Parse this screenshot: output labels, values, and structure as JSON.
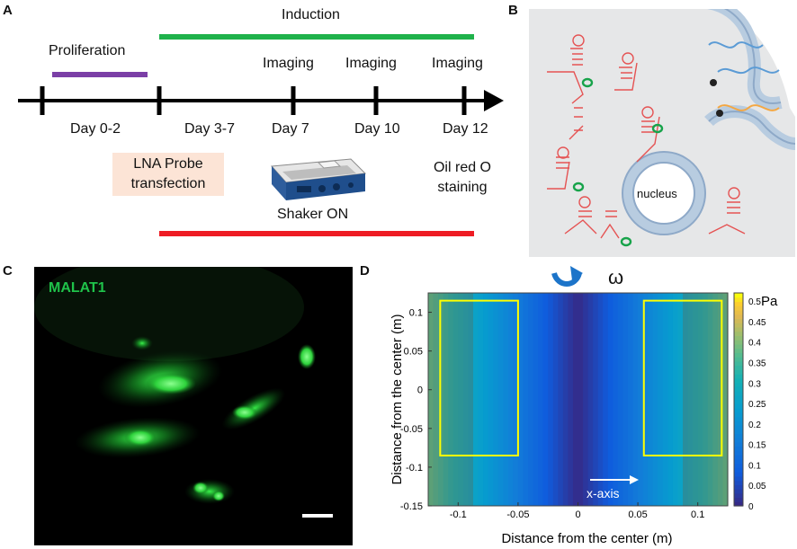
{
  "panel_a": {
    "letter": "A",
    "phase_proliferation": "Proliferation",
    "phase_induction": "Induction",
    "imaging_labels": [
      "Imaging",
      "Imaging",
      "Imaging"
    ],
    "day_labels": [
      "Day 0-2",
      "Day 3-7",
      "Day 7",
      "Day 10",
      "Day 12"
    ],
    "lna_line1": "LNA Probe",
    "lna_line2": "transfection",
    "shaker_label": "Shaker ON",
    "oil_line1": "Oil red O",
    "oil_line2": "staining",
    "colors": {
      "proliferation": "#7b3fa6",
      "induction": "#1fb24b",
      "shaker": "#ee1c24",
      "lna_box": "#fce4d6"
    }
  },
  "panel_b": {
    "letter": "B",
    "nucleus_label": "nucleus"
  },
  "panel_c": {
    "letter": "C",
    "stain_label": "MALAT1"
  },
  "panel_d": {
    "letter": "D",
    "omega_label": "ω",
    "xaxis_arrow_label": "x-axis",
    "colorbar_unit": "Pa",
    "chart_data": {
      "type": "heatmap",
      "xlabel": "Distance from the center (m)",
      "ylabel": "Distance from the center (m)",
      "xlim": [
        -0.125,
        0.125
      ],
      "ylim": [
        -0.15,
        0.125
      ],
      "xticks": [
        "-0.1",
        "-0.05",
        "0",
        "0.05",
        "0.1"
      ],
      "xtick_values": [
        -0.1,
        -0.05,
        0,
        0.05,
        0.1
      ],
      "yticks": [
        "0.1",
        "0.05",
        "0",
        "-0.05",
        "-0.1",
        "-0.15"
      ],
      "ytick_values": [
        0.1,
        0.05,
        0,
        -0.05,
        -0.1,
        -0.15
      ],
      "colorbar_ticks": [
        "0.5",
        "0.45",
        "0.4",
        "0.35",
        "0.3",
        "0.25",
        "0.2",
        "0.15",
        "0.1",
        "0.05",
        "0"
      ],
      "colorbar_values": [
        0.5,
        0.45,
        0.4,
        0.35,
        0.3,
        0.25,
        0.2,
        0.15,
        0.1,
        0.05,
        0
      ],
      "clim": [
        0,
        0.52
      ],
      "value_profile": "shear stress increases linearly with |x|, constant along y",
      "highlight_regions": [
        {
          "x": [
            -0.115,
            -0.05
          ],
          "y": [
            -0.085,
            0.115
          ]
        },
        {
          "x": [
            0.055,
            0.12
          ],
          "y": [
            -0.085,
            0.115
          ]
        }
      ]
    }
  }
}
